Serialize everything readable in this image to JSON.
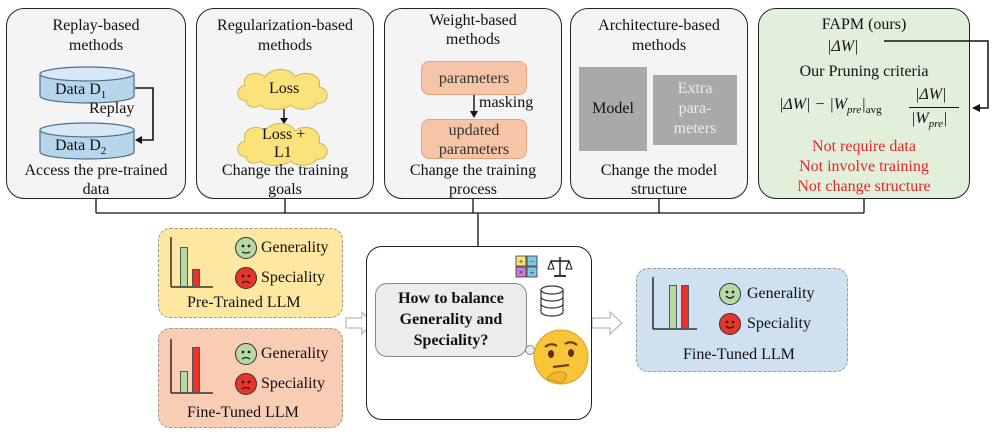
{
  "replay": {
    "title_line1": "Replay-based",
    "title_line2": "methods",
    "data1_label": "Data D",
    "data1_sub": "1",
    "data2_label": "Data D",
    "data2_sub": "2",
    "arrow_label": "Replay",
    "caption_line1": "Access the pre-trained",
    "caption_line2": "data"
  },
  "regularization": {
    "title_line1": "Regularization-based",
    "title_line2": "methods",
    "cloud1": "Loss",
    "cloud2_line1": "Loss +",
    "cloud2_line2": "L1",
    "caption_line1": "Change the training",
    "caption_line2": "goals"
  },
  "weight": {
    "title_line1": "Weight-based",
    "title_line2": "methods",
    "box1": "parameters",
    "arrow_label": "masking",
    "box2_line1": "updated",
    "box2_line2": "parameters",
    "caption_line1": "Change the training",
    "caption_line2": "process"
  },
  "architecture": {
    "title_line1": "Architecture-based",
    "title_line2": "methods",
    "model": "Model",
    "extra_line1": "Extra",
    "extra_line2": "para-",
    "extra_line3": "meters",
    "caption_line1": "Change the model",
    "caption_line2": "structure"
  },
  "fapm": {
    "title": "FAPM (ours)",
    "delta_w": "|ΔW|",
    "criteria_title": "Our Pruning criteria",
    "formula_left": "|ΔW| − |W",
    "formula_pre": "pre",
    "formula_avg": "avg",
    "formula_num": "|ΔW|",
    "formula_den": "|W",
    "formula_den_sub": "pre",
    "line1": "Not require data",
    "line2": "Not involve training",
    "line3": "Not change structure",
    "box_color": "#e2efda",
    "text_color": "#e8262a"
  },
  "center": {
    "question_line1": "How to balance",
    "question_line2": "Generality and",
    "question_line3": "Speciality?"
  },
  "pretrained": {
    "label": "Pre-Trained LLM",
    "generality": "Generality",
    "speciality": "Speciality",
    "bg_color": "#fde7a1",
    "bar_generality": 0.8,
    "bar_speciality": 0.35
  },
  "finetuned_left": {
    "label": "Fine-Tuned LLM",
    "generality": "Generality",
    "speciality": "Speciality",
    "bg_color": "#f9cdb4",
    "bar_generality": 0.4,
    "bar_speciality": 0.85
  },
  "finetuned_right": {
    "label": "Fine-Tuned LLM",
    "generality": "Generality",
    "speciality": "Speciality",
    "bg_color": "#cfe0f1",
    "bar_generality": 0.85,
    "bar_speciality": 0.85
  },
  "colors": {
    "bar_green": "#b7d9a4",
    "bar_red": "#e8342a"
  }
}
